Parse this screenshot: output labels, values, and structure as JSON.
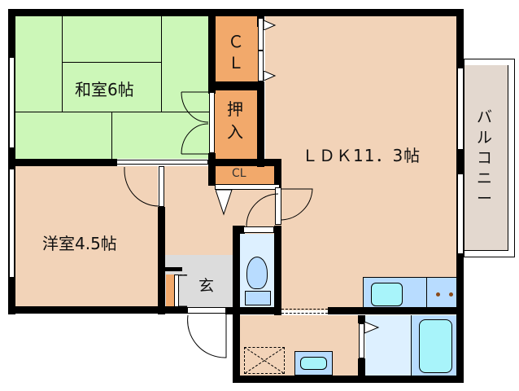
{
  "floorplan": {
    "colors": {
      "wall": "#000000",
      "tatami": "#ccf7b8",
      "flooring": "#f2d3b8",
      "closet": "#f2a96b",
      "wet_area": "#ddf0ff",
      "fixture": "#b8dcff",
      "fixture_inner": "#a8f4fa",
      "entrance": "#dcdcdc",
      "balcony": "#e3d8cf",
      "burner_dot": "#8a4a1a"
    },
    "rooms": {
      "washitsu": {
        "label": "和室6帖"
      },
      "yoshitsu": {
        "label": "洋室4.5帖"
      },
      "ldk": {
        "label": "ＬＤＫ11．3帖"
      },
      "closet_top": {
        "label": "ＣＬ"
      },
      "oshiire": {
        "label": "押入"
      },
      "closet_mid": {
        "label": "CL"
      },
      "genkan": {
        "label": "玄"
      },
      "balcony": {
        "label": "バルコニー"
      }
    }
  }
}
